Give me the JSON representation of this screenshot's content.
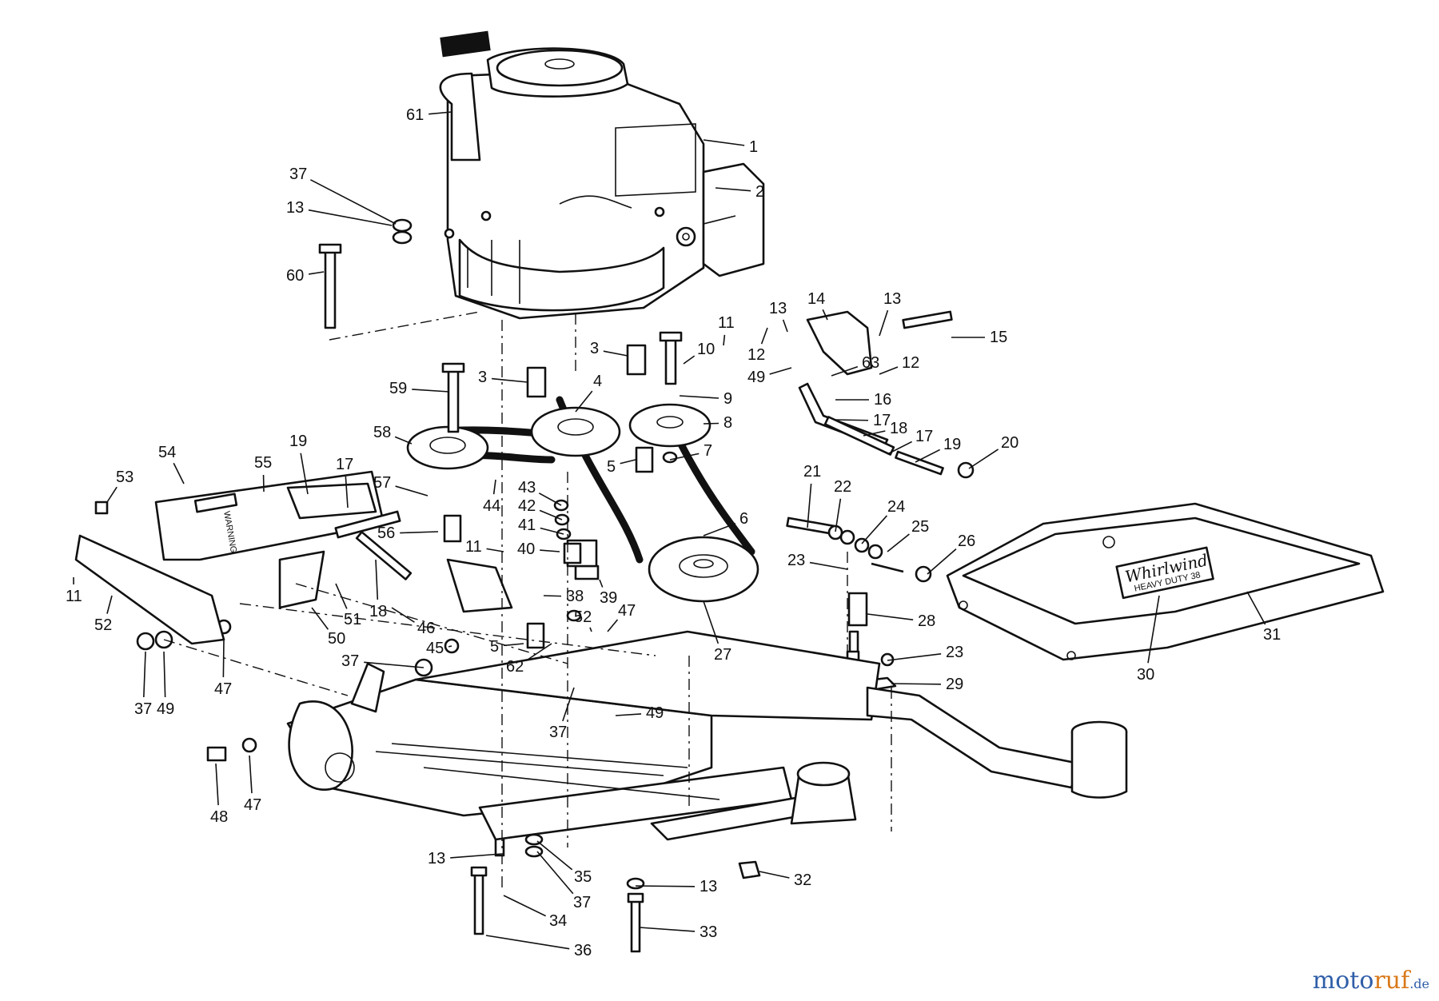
{
  "callouts": [
    {
      "id": "c1",
      "text": "1"
    },
    {
      "id": "c2",
      "text": "2"
    },
    {
      "id": "c3a",
      "text": "3"
    },
    {
      "id": "c3b",
      "text": "3"
    },
    {
      "id": "c4",
      "text": "4"
    },
    {
      "id": "c5a",
      "text": "5"
    },
    {
      "id": "c5b",
      "text": "5"
    },
    {
      "id": "c6",
      "text": "6"
    },
    {
      "id": "c7",
      "text": "7"
    },
    {
      "id": "c8",
      "text": "8"
    },
    {
      "id": "c9",
      "text": "9"
    },
    {
      "id": "c10",
      "text": "10"
    },
    {
      "id": "c11a",
      "text": "11"
    },
    {
      "id": "c11b",
      "text": "11"
    },
    {
      "id": "c11c",
      "text": "11"
    },
    {
      "id": "c12a",
      "text": "12"
    },
    {
      "id": "c12b",
      "text": "12"
    },
    {
      "id": "c13a",
      "text": "13"
    },
    {
      "id": "c13b",
      "text": "13"
    },
    {
      "id": "c13c",
      "text": "13"
    },
    {
      "id": "c13d",
      "text": "13"
    },
    {
      "id": "c13e",
      "text": "13"
    },
    {
      "id": "c14",
      "text": "14"
    },
    {
      "id": "c15",
      "text": "15"
    },
    {
      "id": "c16",
      "text": "16"
    },
    {
      "id": "c17a",
      "text": "17"
    },
    {
      "id": "c17b",
      "text": "17"
    },
    {
      "id": "c17c",
      "text": "17"
    },
    {
      "id": "c18a",
      "text": "18"
    },
    {
      "id": "c18b",
      "text": "18"
    },
    {
      "id": "c19a",
      "text": "19"
    },
    {
      "id": "c19b",
      "text": "19"
    },
    {
      "id": "c20",
      "text": "20"
    },
    {
      "id": "c21",
      "text": "21"
    },
    {
      "id": "c22",
      "text": "22"
    },
    {
      "id": "c23a",
      "text": "23"
    },
    {
      "id": "c23b",
      "text": "23"
    },
    {
      "id": "c24",
      "text": "24"
    },
    {
      "id": "c25",
      "text": "25"
    },
    {
      "id": "c26",
      "text": "26"
    },
    {
      "id": "c27",
      "text": "27"
    },
    {
      "id": "c28",
      "text": "28"
    },
    {
      "id": "c29",
      "text": "29"
    },
    {
      "id": "c30",
      "text": "30"
    },
    {
      "id": "c31",
      "text": "31"
    },
    {
      "id": "c32",
      "text": "32"
    },
    {
      "id": "c33",
      "text": "33"
    },
    {
      "id": "c34",
      "text": "34"
    },
    {
      "id": "c35",
      "text": "35"
    },
    {
      "id": "c36",
      "text": "36"
    },
    {
      "id": "c37a",
      "text": "37"
    },
    {
      "id": "c37b",
      "text": "37"
    },
    {
      "id": "c37c",
      "text": "37"
    },
    {
      "id": "c37d",
      "text": "37"
    },
    {
      "id": "c37e",
      "text": "37"
    },
    {
      "id": "c38",
      "text": "38"
    },
    {
      "id": "c39",
      "text": "39"
    },
    {
      "id": "c40",
      "text": "40"
    },
    {
      "id": "c41",
      "text": "41"
    },
    {
      "id": "c42",
      "text": "42"
    },
    {
      "id": "c43",
      "text": "43"
    },
    {
      "id": "c44",
      "text": "44"
    },
    {
      "id": "c45",
      "text": "45"
    },
    {
      "id": "c46",
      "text": "46"
    },
    {
      "id": "c47a",
      "text": "47"
    },
    {
      "id": "c47b",
      "text": "47"
    },
    {
      "id": "c47c",
      "text": "47"
    },
    {
      "id": "c48",
      "text": "48"
    },
    {
      "id": "c49a",
      "text": "49"
    },
    {
      "id": "c49b",
      "text": "49"
    },
    {
      "id": "c49c",
      "text": "49"
    },
    {
      "id": "c50",
      "text": "50"
    },
    {
      "id": "c51",
      "text": "51"
    },
    {
      "id": "c52a",
      "text": "52"
    },
    {
      "id": "c52b",
      "text": "52"
    },
    {
      "id": "c53",
      "text": "53"
    },
    {
      "id": "c54",
      "text": "54"
    },
    {
      "id": "c55",
      "text": "55"
    },
    {
      "id": "c56",
      "text": "56"
    },
    {
      "id": "c57",
      "text": "57"
    },
    {
      "id": "c58",
      "text": "58"
    },
    {
      "id": "c59",
      "text": "59"
    },
    {
      "id": "c60",
      "text": "60"
    },
    {
      "id": "c61",
      "text": "61"
    },
    {
      "id": "c62",
      "text": "62"
    },
    {
      "id": "c63",
      "text": "63"
    }
  ],
  "deck_label": {
    "brand": "Whirlwind",
    "model": "HEAVY DUTY 38"
  },
  "side_label": "WARNING",
  "watermark": {
    "part_a": "moto",
    "part_b": "ruf",
    "part_c": ".de"
  },
  "colors": {
    "line": "#111111",
    "watermark_blue": "#2f5ea8",
    "watermark_orange": "#d9791a"
  }
}
